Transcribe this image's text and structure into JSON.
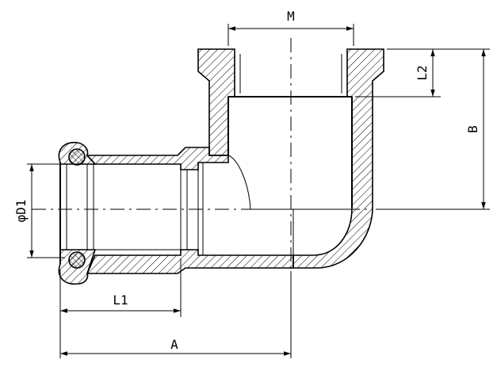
{
  "drawing": {
    "subject": "elbow-fitting-cross-section",
    "line_color": "#000000",
    "background": "#ffffff"
  },
  "dimensions": {
    "M": "M",
    "L2": "L2",
    "B": "B",
    "D1": "φD1",
    "L1": "L1",
    "A": "A"
  }
}
